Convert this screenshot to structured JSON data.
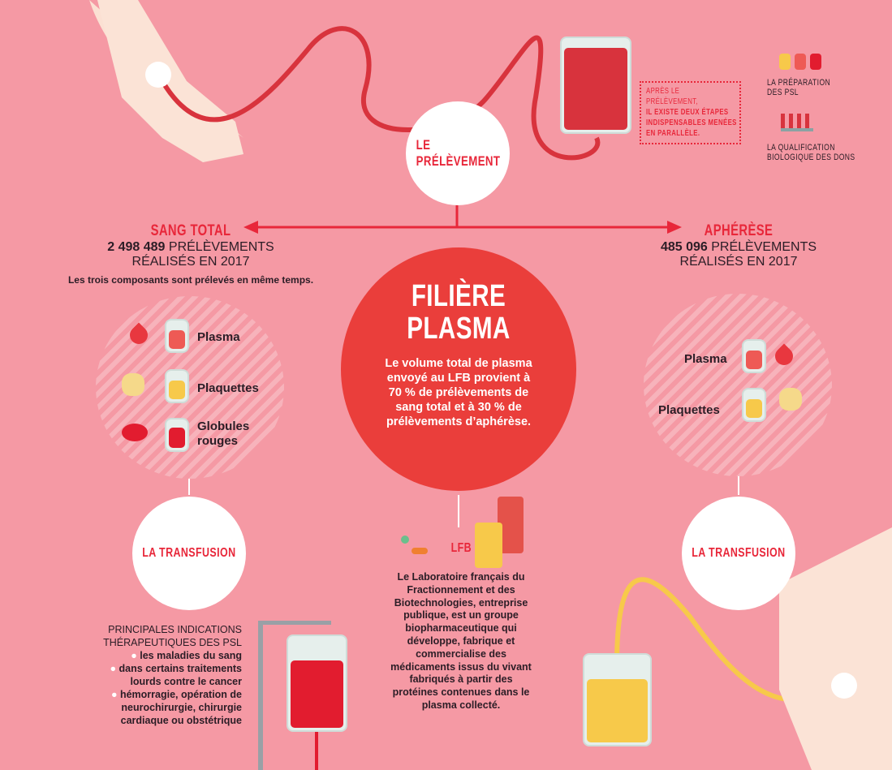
{
  "colors": {
    "background": "#f599a4",
    "accent": "#e8273a",
    "center": "#ea3e3b",
    "plasma": "#ee5a55",
    "platelets": "#f7c94a",
    "redcells": "#e21c2f"
  },
  "top": {
    "collection_title": "LE PRÉLÈVEMENT",
    "note": {
      "line1": "APRÈS LE PRÉLÈVEMENT,",
      "bold": "IL EXISTE DEUX ÉTAPES INDISPENSABLES MENÉES EN PARALLÈLE."
    },
    "step1": "LA PRÉPARATION DES PSL",
    "step2": "LA QUALIFICATION BIOLOGIQUE DES DONS"
  },
  "left": {
    "title": "SANG TOTAL",
    "count": "2 498 489",
    "count_label": "PRÉLÈVEMENTS",
    "year": "RÉALISÉS EN 2017",
    "note": "Les trois composants sont prélevés en même temps.",
    "components": [
      "Plasma",
      "Plaquettes",
      "Globules rouges"
    ],
    "transfusion": "LA TRANSFUSION",
    "indications_title": "PRINCIPALES INDICATIONS THÉRAPEUTIQUES DES PSL",
    "indications": [
      "les maladies du sang",
      "dans certains traitements lourds contre le cancer",
      "hémorragie, opération de neurochirurgie, chirurgie cardiaque ou obstétrique"
    ]
  },
  "right": {
    "title": "APHÉRÈSE",
    "count": "485 096",
    "count_label": "PRÉLÈVEMENTS",
    "year": "RÉALISÉS EN 2017",
    "components": [
      "Plasma",
      "Plaquettes"
    ],
    "transfusion": "LA TRANSFUSION"
  },
  "center": {
    "title1": "FILIÈRE",
    "title2": "PLASMA",
    "text": "Le volume total de plasma envoyé au LFB provient à 70 % de prélèvements de sang total et à 30 % de prélèvements d’aphérèse.",
    "lfb": "LFB",
    "lfb_text": "Le Laboratoire français du Fractionnement et des Biotechnologies, entreprise publique, est un groupe biopharmaceutique qui développe, fabrique et commercialise des médicaments issus du vivant fabriqués à partir des protéines contenues dans le plasma collecté."
  }
}
